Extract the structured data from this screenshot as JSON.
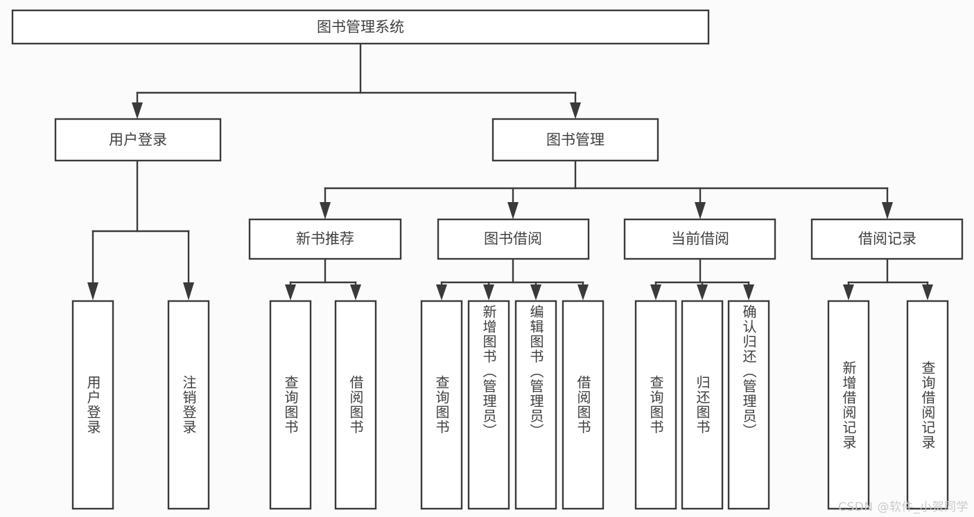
{
  "diagram": {
    "type": "tree",
    "title": "图书管理系统",
    "watermark": "CSDN @软件_小贺同学",
    "colors": {
      "box_stroke": "#3a3a3a",
      "box_fill": "#ffffff",
      "text": "#3f3f3f",
      "background": "#fbfbfb",
      "watermark": "#c9c9c9"
    },
    "nodes": {
      "root": {
        "label": "图书管理系统",
        "level": 0,
        "orientation": "horizontal"
      },
      "l1": [
        {
          "id": "user-login",
          "label": "用户登录",
          "orientation": "horizontal"
        },
        {
          "id": "book-manage",
          "label": "图书管理",
          "orientation": "horizontal"
        }
      ],
      "l2": [
        {
          "id": "new-book-recommend",
          "label": "新书推荐",
          "orientation": "horizontal",
          "parent": "book-manage"
        },
        {
          "id": "book-borrow",
          "label": "图书借阅",
          "orientation": "horizontal",
          "parent": "book-manage"
        },
        {
          "id": "current-borrow",
          "label": "当前借阅",
          "orientation": "horizontal",
          "parent": "book-manage"
        },
        {
          "id": "borrow-record",
          "label": "借阅记录",
          "orientation": "horizontal",
          "parent": "book-manage"
        }
      ],
      "leaves": [
        {
          "id": "leaf-user-login",
          "label": "用户登录",
          "parent": "user-login"
        },
        {
          "id": "leaf-logout-login",
          "label": "注销登录",
          "parent": "user-login"
        },
        {
          "id": "leaf-query-book-1",
          "label": "查询图书",
          "parent": "new-book-recommend"
        },
        {
          "id": "leaf-borrow-book-1",
          "label": "借阅图书",
          "parent": "new-book-recommend"
        },
        {
          "id": "leaf-query-book-2",
          "label": "查询图书",
          "parent": "book-borrow"
        },
        {
          "id": "leaf-add-book",
          "label": "新增图书（管理员）",
          "parent": "book-borrow"
        },
        {
          "id": "leaf-edit-book",
          "label": "编辑图书（管理员）",
          "parent": "book-borrow"
        },
        {
          "id": "leaf-borrow-book-2",
          "label": "借阅图书",
          "parent": "book-borrow"
        },
        {
          "id": "leaf-query-book-3",
          "label": "查询图书",
          "parent": "current-borrow"
        },
        {
          "id": "leaf-return-book",
          "label": "归还图书",
          "parent": "current-borrow"
        },
        {
          "id": "leaf-confirm-return",
          "label": "确认归还（管理员）",
          "parent": "current-borrow"
        },
        {
          "id": "leaf-add-record",
          "label": "新增借阅记录",
          "parent": "borrow-record"
        },
        {
          "id": "leaf-query-record",
          "label": "查询借阅记录",
          "parent": "borrow-record"
        }
      ]
    }
  }
}
